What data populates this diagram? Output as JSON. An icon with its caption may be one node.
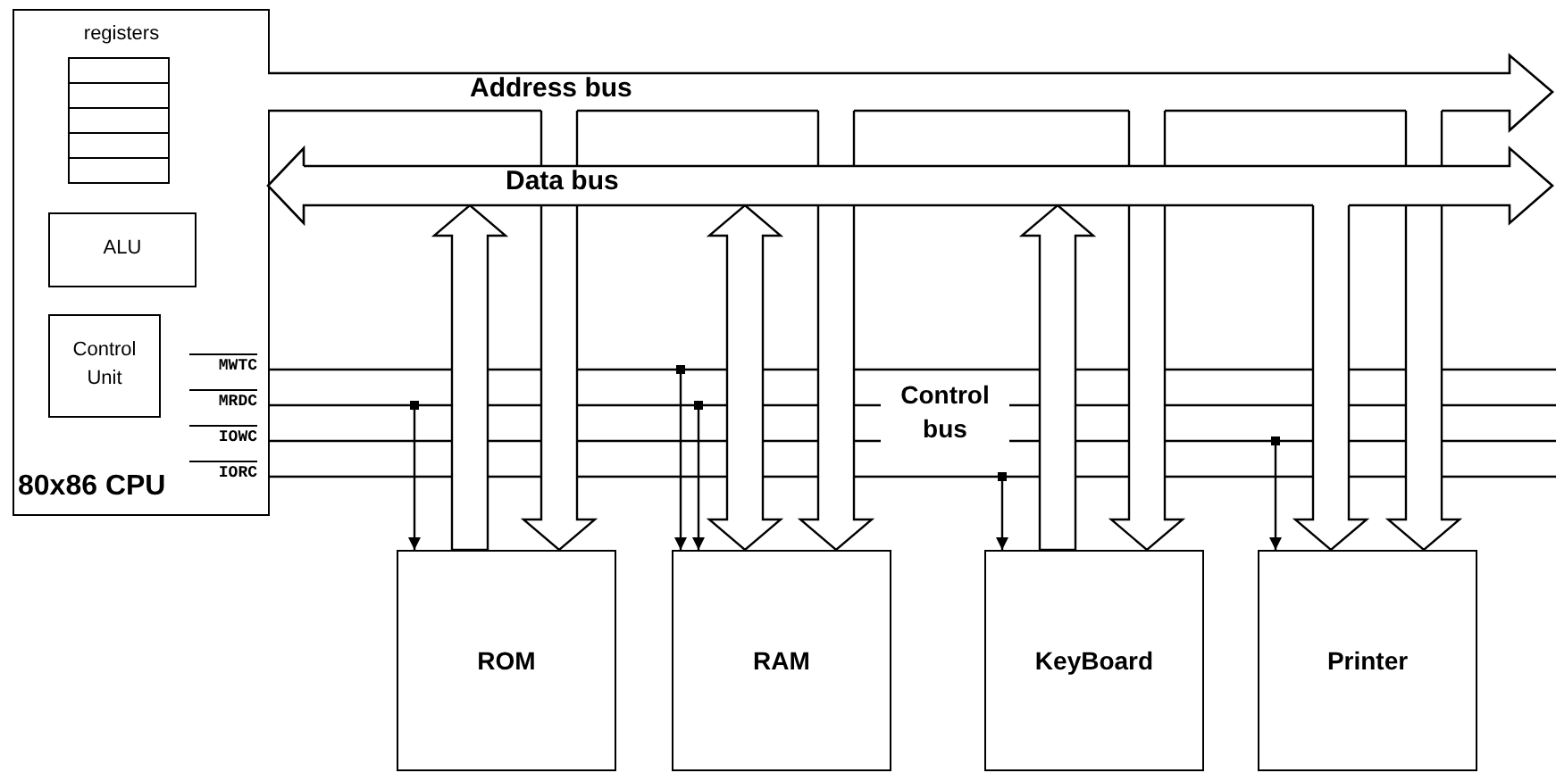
{
  "diagram": {
    "nodes": [
      {
        "text": [
          "80x86 CPU"
        ]
      },
      {
        "text": [
          "registers"
        ],
        "in": 0
      },
      {
        "text": [
          "ALU"
        ],
        "in": 0
      },
      {
        "text": [
          "Control Unit"
        ],
        "in": 0
      },
      {
        "text": [
          "Address bus"
        ]
      },
      {
        "text": [
          "Data bus"
        ]
      },
      {
        "text": [
          "Control bus"
        ]
      },
      {
        "text": [
          "ROM"
        ]
      },
      {
        "text": [
          "RAM"
        ]
      },
      {
        "text": [
          "KeyBoard"
        ]
      },
      {
        "text": [
          "Printer"
        ]
      }
    ],
    "edges": [
      {
        "from": 7,
        "to": 5,
        "arrow": "to"
      },
      {
        "from": 4,
        "to": 7,
        "arrow": "to"
      },
      {
        "from": 6,
        "to": 7,
        "arrow": "to"
      },
      {
        "from": 5,
        "to": 8,
        "arrow": "both"
      },
      {
        "from": 4,
        "to": 8,
        "arrow": "to"
      },
      {
        "from": 6,
        "to": 8,
        "arrow": "to"
      },
      {
        "from": 6,
        "to": 8,
        "arrow": "to"
      },
      {
        "from": 9,
        "to": 5,
        "arrow": "to"
      },
      {
        "from": 4,
        "to": 9,
        "arrow": "to"
      },
      {
        "from": 6,
        "to": 9,
        "arrow": "to"
      },
      {
        "from": 5,
        "to": 10,
        "arrow": "to"
      },
      {
        "from": 4,
        "to": 10,
        "arrow": "to"
      },
      {
        "from": 6,
        "to": 10,
        "arrow": "to"
      }
    ],
    "labels": [
      "MWTC",
      "MRDC",
      "IOWC",
      "IORC"
    ]
  }
}
